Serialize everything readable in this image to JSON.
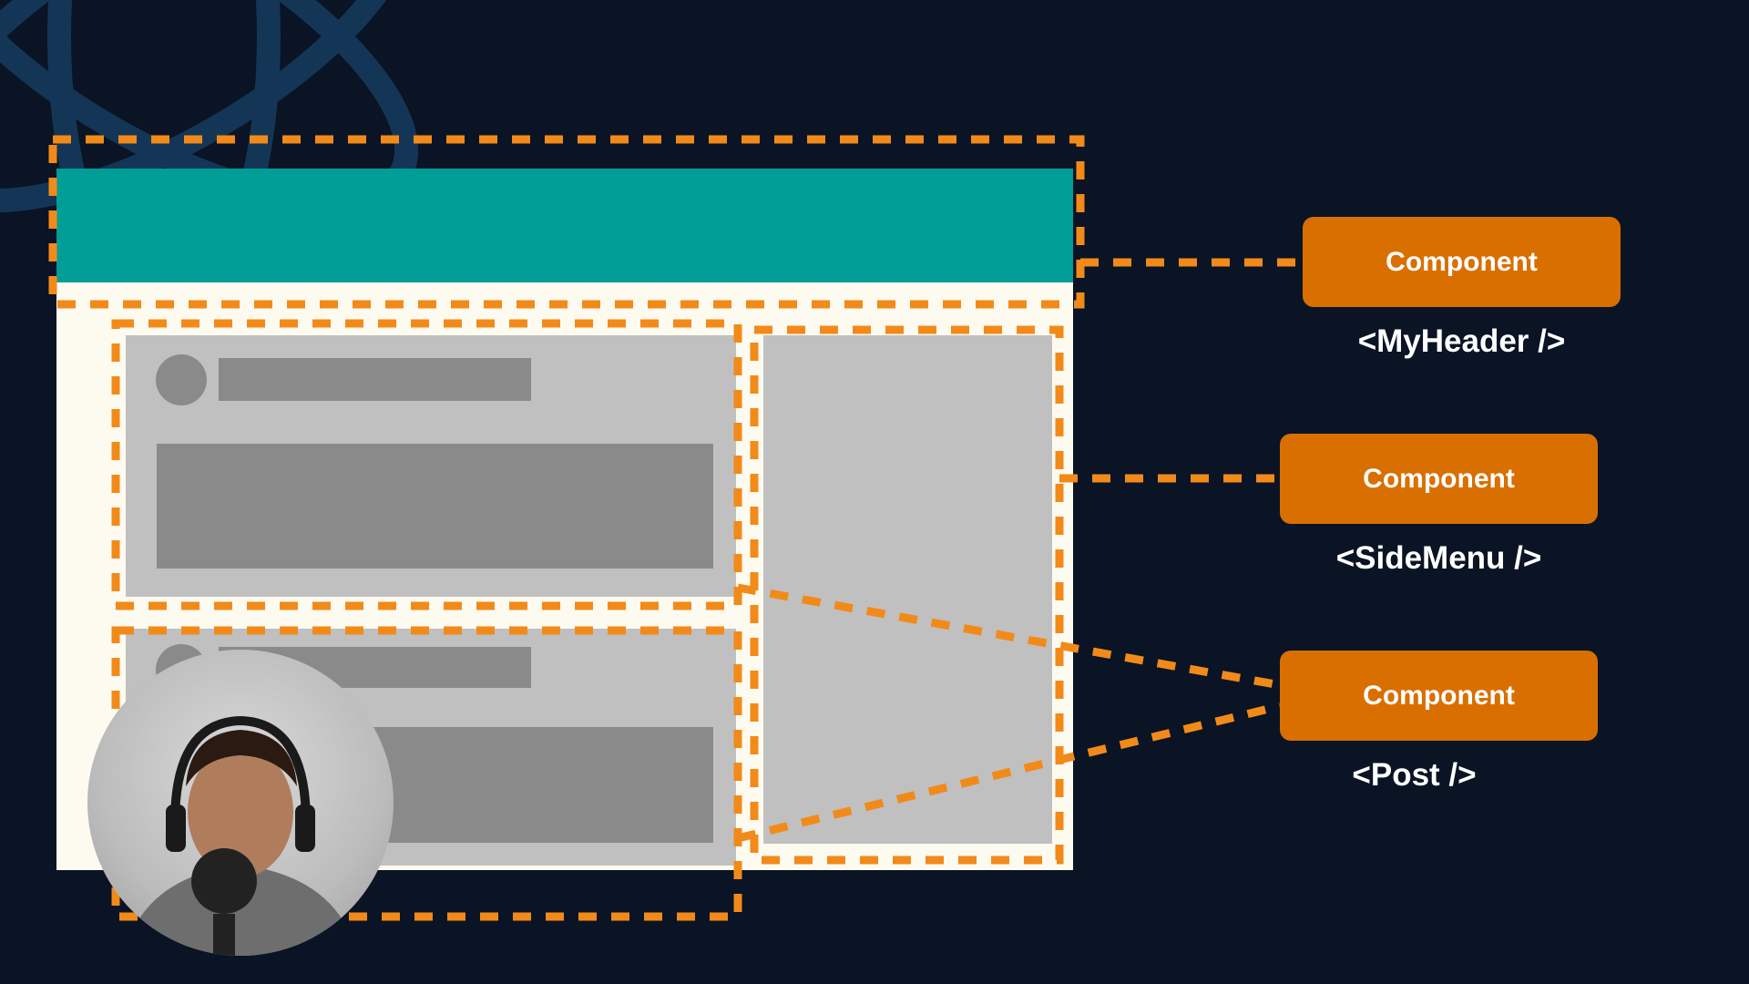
{
  "colors": {
    "background": "#0a1424",
    "header": "#009e96",
    "page": "#fdfaf0",
    "placeholder_light": "#c0c0c0",
    "placeholder_dark": "#8a8a8a",
    "highlight": "#f28a1a",
    "pill": "#d96f00"
  },
  "components": [
    {
      "button_label": "Component",
      "name": "<MyHeader />"
    },
    {
      "button_label": "Component",
      "name": "<SideMenu />"
    },
    {
      "button_label": "Component",
      "name": "<Post />"
    }
  ],
  "icons": {
    "background": "react-logo-icon",
    "presenter": "webcam-presenter"
  }
}
